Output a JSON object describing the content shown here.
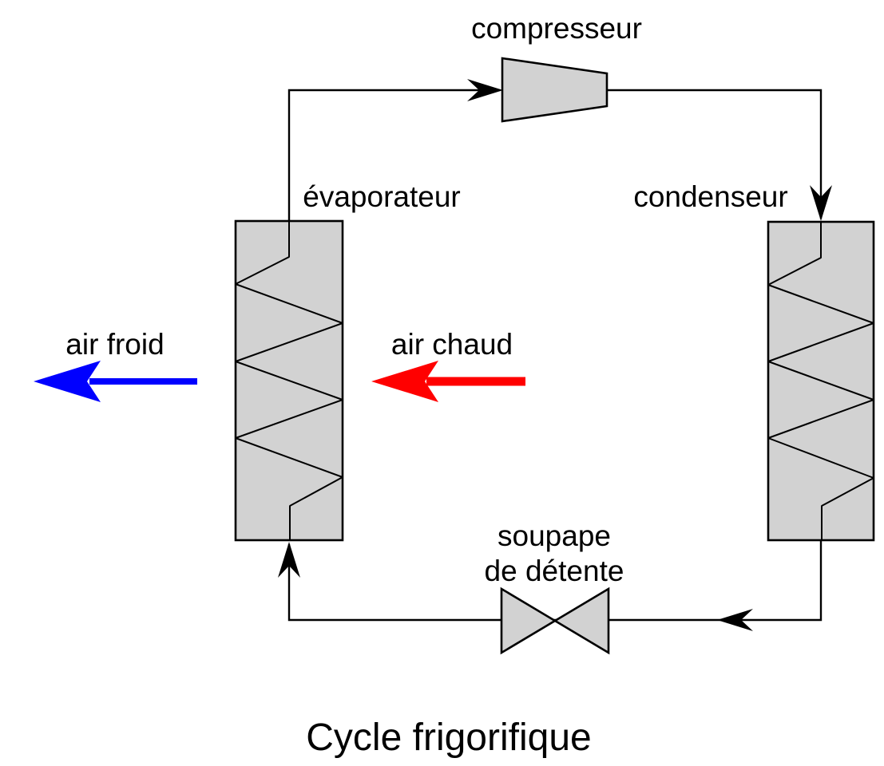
{
  "title": "Cycle frigorifique",
  "colors": {
    "line": "#000000",
    "component_fill": "#d2d2d2",
    "cold_air": "#0000ff",
    "hot_air": "#ff0000"
  },
  "components": {
    "compressor": {
      "label": "compresseur"
    },
    "evaporator": {
      "label": "évaporateur"
    },
    "condenser": {
      "label": "condenseur"
    },
    "expansion_valve": {
      "label_line1": "soupape",
      "label_line2": "de détente"
    }
  },
  "flows": {
    "cold_air": {
      "label": "air froid"
    },
    "hot_air": {
      "label": "air chaud"
    }
  }
}
